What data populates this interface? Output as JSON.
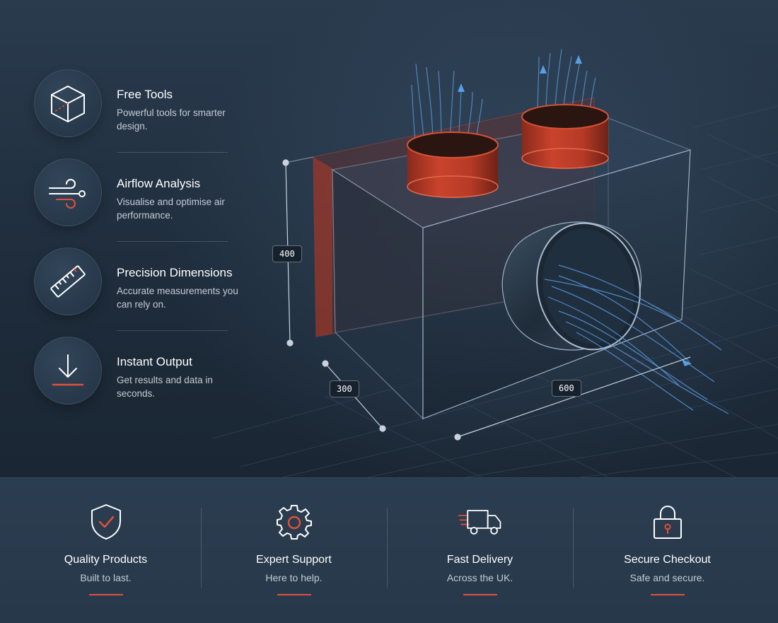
{
  "features": [
    {
      "title": "Free Tools",
      "desc": "Powerful tools for smarter design.",
      "icon": "cube-icon"
    },
    {
      "title": "Airflow Analysis",
      "desc": "Visualise and optimise air performance.",
      "icon": "wind-icon"
    },
    {
      "title": "Precision Dimensions",
      "desc": "Accurate measurements you can rely on.",
      "icon": "ruler-icon"
    },
    {
      "title": "Instant Output",
      "desc": "Get results and data in seconds.",
      "icon": "download-icon"
    }
  ],
  "dimensions": {
    "height": "400",
    "depth": "300",
    "width": "600"
  },
  "footer": [
    {
      "title": "Quality Products",
      "sub": "Built to last.",
      "icon": "shield-check-icon"
    },
    {
      "title": "Expert Support",
      "sub": "Here to help.",
      "icon": "gear-icon"
    },
    {
      "title": "Fast Delivery",
      "sub": "Across the UK.",
      "icon": "truck-icon"
    },
    {
      "title": "Secure Checkout",
      "sub": "Safe and secure.",
      "icon": "padlock-icon"
    }
  ],
  "colors": {
    "accent": "#e0503c",
    "airflow": "#4a8fd8",
    "background": "#1f2d3d",
    "duct": "#2b3a4a"
  }
}
